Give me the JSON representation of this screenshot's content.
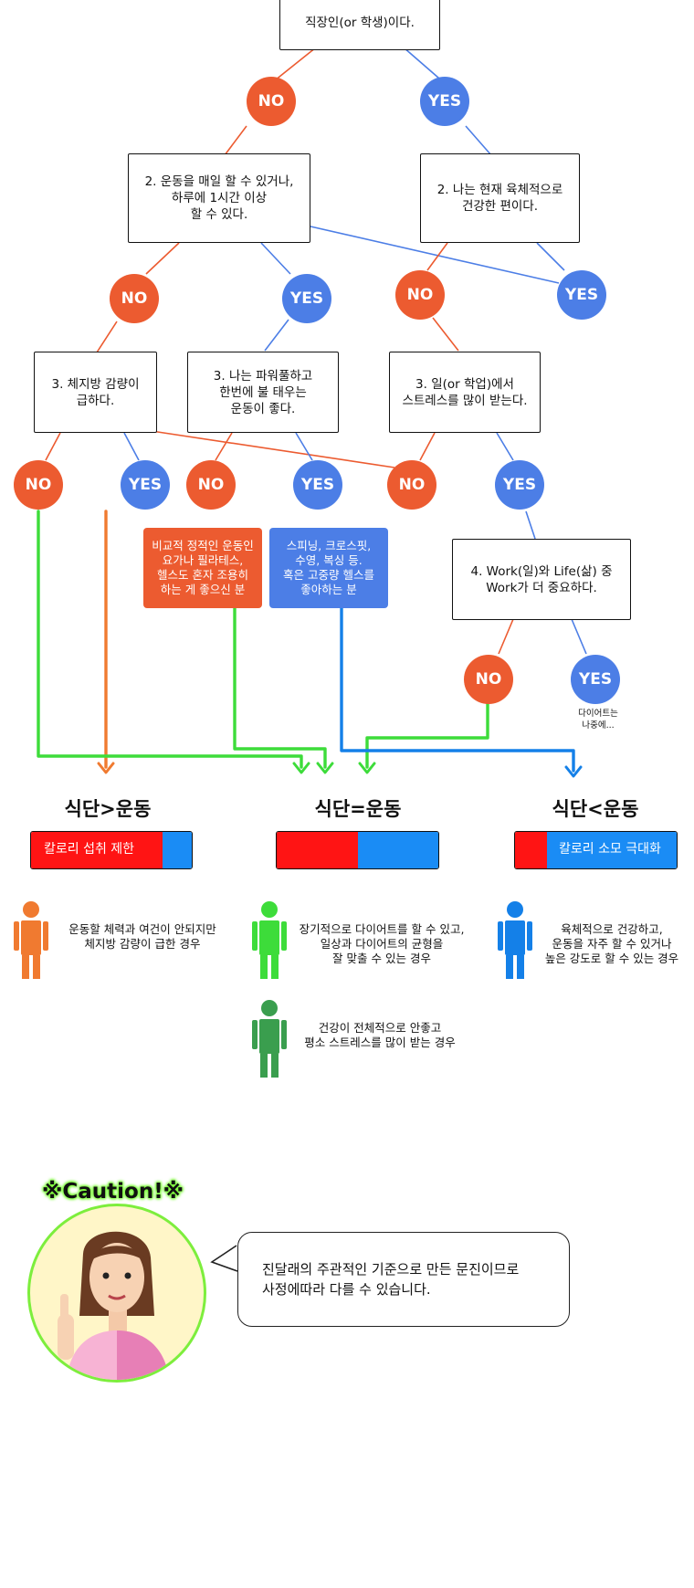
{
  "flowchart": {
    "q1": "직장인(or 학생)이다.",
    "q2a": "2. 운동을 매일 할 수 있거나,\n하루에 1시간 이상\n할 수 있다.",
    "q2b": "2. 나는 현재 육체적으로\n건강한 편이다.",
    "q3a": "3. 체지방 감량이\n급하다.",
    "q3b": "3. 나는 파워풀하고\n한번에 불 태우는\n운동이 좋다.",
    "q3c": "3. 일(or 학업)에서\n스트레스를 많이 받는다.",
    "q4": "4. Work(일)와 Life(삶) 중\nWork가 더 중요하다.",
    "no_label": "NO",
    "yes_label": "YES",
    "note_static": "비교적 정적인 운동인\n요가나 필라테스,\n헬스도 혼자 조용히\n하는 게 좋으신 분",
    "note_power": "스피닝, 크로스핏,\n수영, 복싱 등.\n혹은 고중량 헬스를\n좋아하는 분",
    "handwritten": "다이어트는\n나중에...",
    "colors": {
      "no": "#ec5b30",
      "yes": "#4c7ee6",
      "orange_path": "#f07a30",
      "green_path": "#3ddc3a",
      "blue_path": "#1480e8"
    }
  },
  "results": {
    "diet_first": {
      "title": "식단>운동",
      "bar_label": "칼로리 섭취 제한",
      "diet_fraction": 0.82,
      "desc": "운동할 체력과 여건이 안되지만\n체지방 감량이 급한 경우",
      "person_color": "#f07a30"
    },
    "balanced": {
      "title": "식단=운동",
      "diet_fraction": 0.5,
      "desc": "장기적으로 다이어트를 할 수 있고,\n일상과 다이어트의 균형을\n잘 맞출 수 있는 경우",
      "person_color": "#3ddc3a",
      "desc2": "건강이 전체적으로 안좋고\n평소 스트레스를 많이 받는 경우",
      "person2_color": "#3a9e4e"
    },
    "exercise_first": {
      "title": "식단<운동",
      "bar_label": "칼로리 소모 극대화",
      "diet_fraction": 0.2,
      "desc": "육체적으로 건강하고,\n운동을 자주 할 수 있거나\n높은 강도로 할 수 있는 경우",
      "person_color": "#1480e8"
    }
  },
  "caution": {
    "title": "※Caution!※",
    "message": "진달래의 주관적인 기준으로 만든 문진이므로\n사정에따라 다를 수 있습니다."
  }
}
